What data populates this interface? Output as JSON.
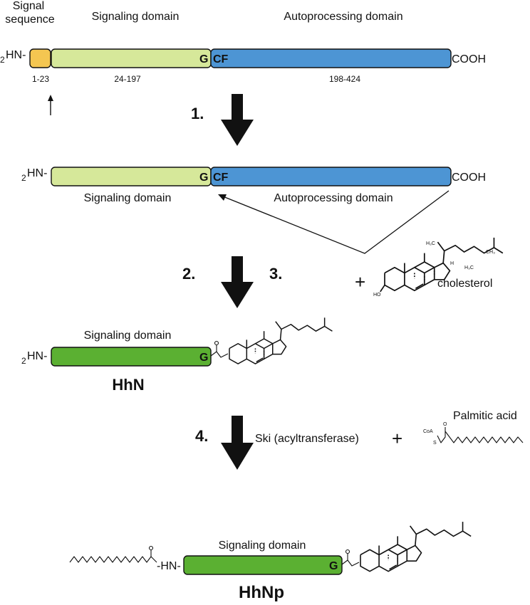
{
  "colors": {
    "signal": "#f4c651",
    "signaling_light": "#d6e89a",
    "autoprocessing": "#4d95d4",
    "signaling_mature": "#5bb032",
    "arrow": "#111111"
  },
  "top": {
    "signal_sequence_line1": "Signal",
    "signal_sequence_line2": "sequence",
    "signaling_domain": "Signaling domain",
    "autoprocessing_domain": "Autoprocessing domain",
    "n_term": "HN-",
    "n_sub": "2",
    "g": "G",
    "cf": "CF",
    "c_term": "COOH",
    "range_signal": "1-23",
    "range_signaling": "24-197",
    "range_auto": "198-424"
  },
  "steps": {
    "s1": "1.",
    "s2": "2.",
    "s3": "3.",
    "s4": "4."
  },
  "row2": {
    "n_term": "HN-",
    "n_sub": "2",
    "g": "G",
    "cf": "CF",
    "c_term": "COOH",
    "signaling_domain": "Signaling domain",
    "autoprocessing_domain": "Autoprocessing domain"
  },
  "cholesterol": {
    "plus": "+",
    "label": "cholesterol",
    "ho": "HO",
    "h3c_a": "H₃C",
    "h3c_b": "H₃C",
    "ch3": "CH₃",
    "h": "H"
  },
  "hhn": {
    "signaling_domain": "Signaling domain",
    "n_term": "HN-",
    "n_sub": "2",
    "g": "G",
    "name": "HhN"
  },
  "step4": {
    "enzyme": "Ski (acyltransferase)",
    "plus": "+",
    "palmitic": "Palmitic acid",
    "coa": "CoA",
    "s": "S",
    "o": "O"
  },
  "hhnp": {
    "signaling_domain": "Signaling domain",
    "n_term": "-HN-",
    "g": "G",
    "name": "HhNp",
    "o": "O"
  }
}
